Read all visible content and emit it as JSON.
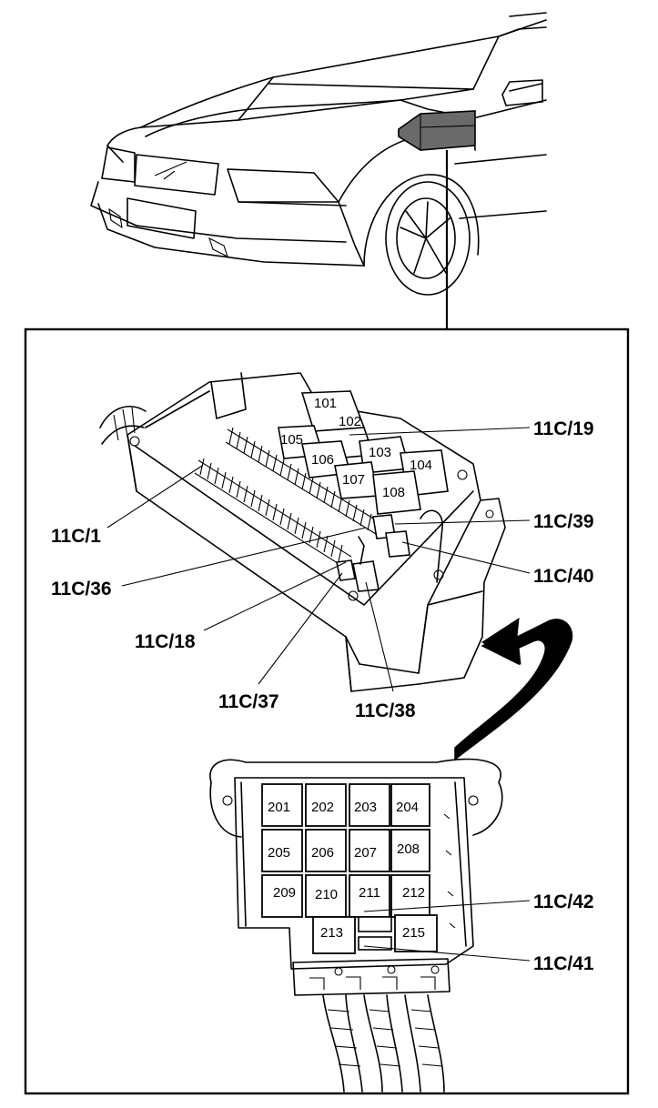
{
  "relays_upper": [
    {
      "id": "r101",
      "label": "101"
    },
    {
      "id": "r102",
      "label": "102"
    },
    {
      "id": "r103",
      "label": "103"
    },
    {
      "id": "r104",
      "label": "104"
    },
    {
      "id": "r105",
      "label": "105"
    },
    {
      "id": "r106",
      "label": "106"
    },
    {
      "id": "r107",
      "label": "107"
    },
    {
      "id": "r108",
      "label": "108"
    }
  ],
  "relays_lower": [
    {
      "id": "r201",
      "label": "201"
    },
    {
      "id": "r202",
      "label": "202"
    },
    {
      "id": "r203",
      "label": "203"
    },
    {
      "id": "r204",
      "label": "204"
    },
    {
      "id": "r205",
      "label": "205"
    },
    {
      "id": "r206",
      "label": "206"
    },
    {
      "id": "r207",
      "label": "207"
    },
    {
      "id": "r208",
      "label": "208"
    },
    {
      "id": "r209",
      "label": "209"
    },
    {
      "id": "r210",
      "label": "210"
    },
    {
      "id": "r211",
      "label": "211"
    },
    {
      "id": "r212",
      "label": "212"
    },
    {
      "id": "r213",
      "label": "213"
    },
    {
      "id": "r215",
      "label": "215"
    }
  ],
  "callouts": {
    "c19": "11C/19",
    "c1": "11C/1",
    "c39": "11C/39",
    "c40": "11C/40",
    "c36": "11C/36",
    "c18": "11C/18",
    "c37": "11C/37",
    "c38": "11C/38",
    "c42": "11C/42",
    "c41": "11C/41"
  }
}
